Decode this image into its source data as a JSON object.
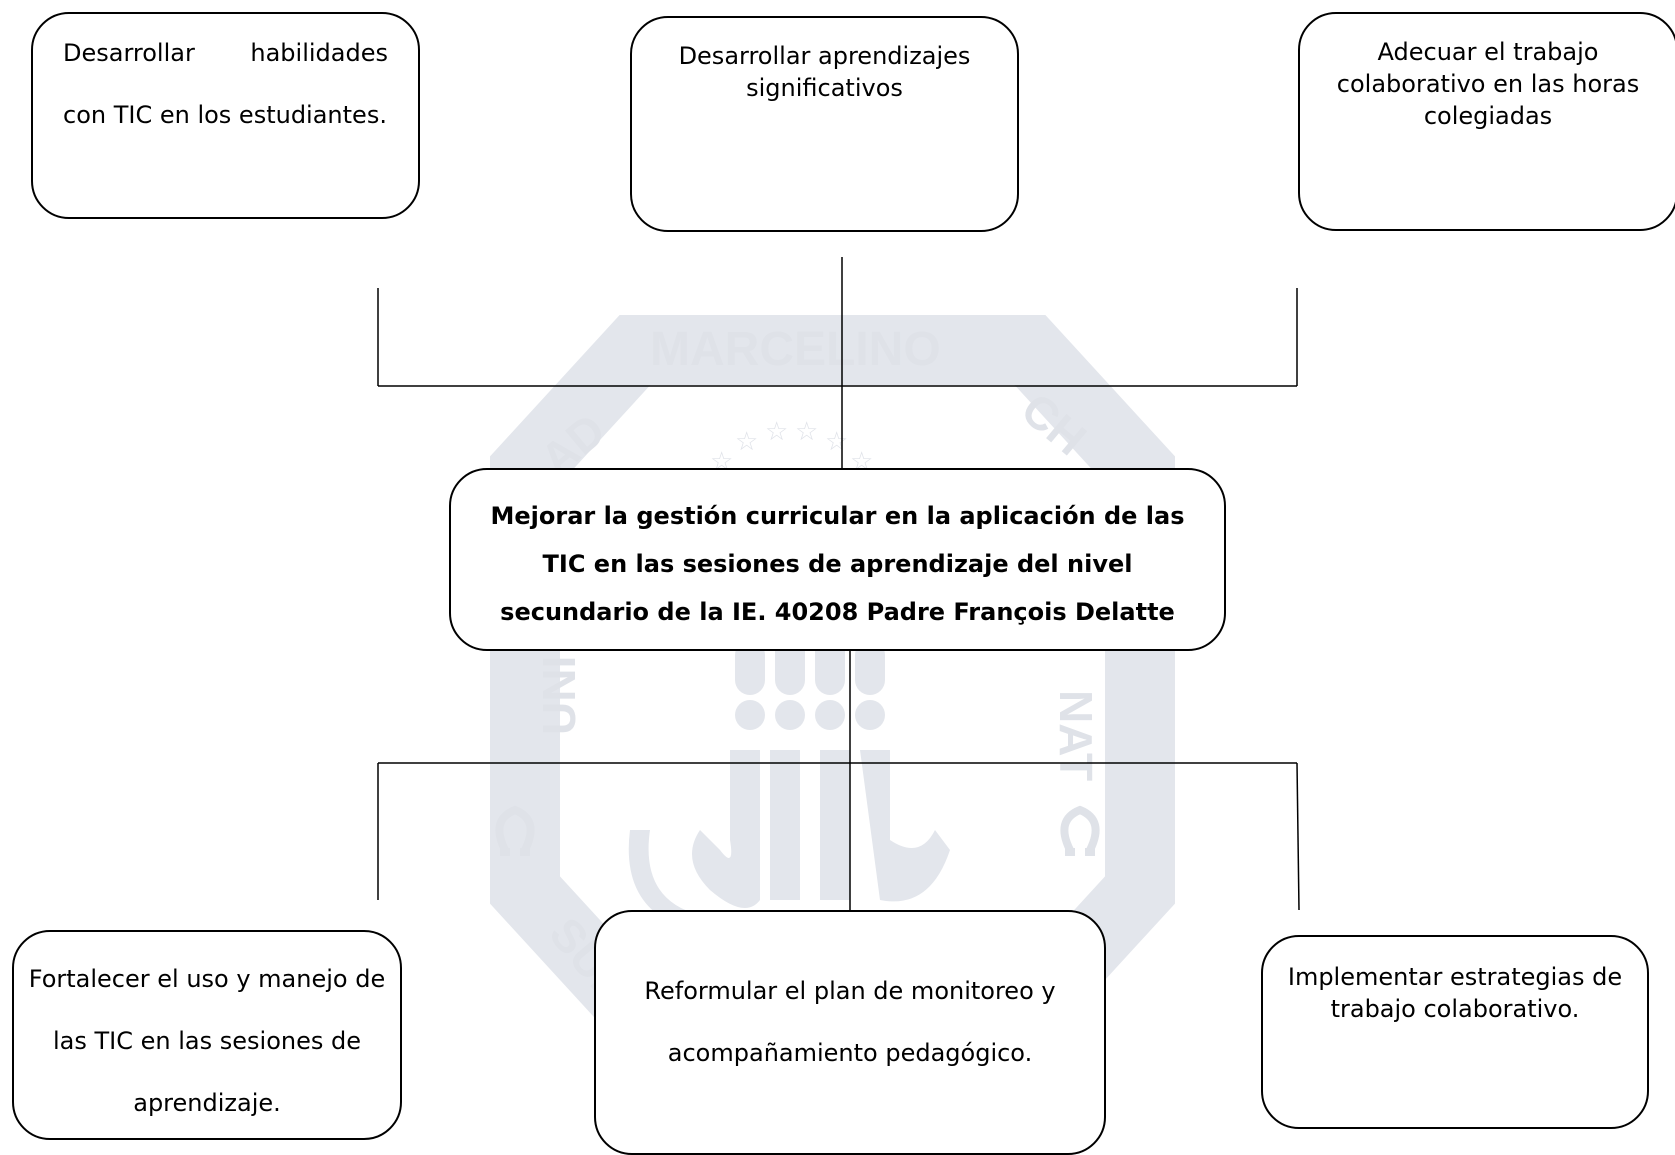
{
  "watermark": {
    "top_text": "MARCELINO",
    "left_text": "AD",
    "right_text": "CH",
    "left_lower_text": "UNI",
    "right_lower_text": "NAT",
    "bottom_text": "SUPE",
    "color": "#e3e6ec"
  },
  "nodes": {
    "top_left": {
      "text": "Desarrollar habilidades con TIC en los estudiantes."
    },
    "top_center": {
      "text": "Desarrollar aprendizajes significativos"
    },
    "top_right": {
      "text": "Adecuar el  trabajo colaborativo en las horas colegiadas"
    },
    "center": {
      "text": "Mejorar la gestión curricular en la aplicación de las TIC en las sesiones de aprendizaje del nivel secundario de la IE. 40208 Padre François Delatte"
    },
    "bottom_left": {
      "text": "Fortalecer el uso y manejo de las TIC en las sesiones de aprendizaje."
    },
    "bottom_center": {
      "text": "Reformular el plan de monitoreo y acompañamiento pedagógico."
    },
    "bottom_right": {
      "text": "Implementar estrategias de trabajo colaborativo."
    }
  },
  "colors": {
    "border": "#000000",
    "watermark": "#e3e6ec"
  }
}
